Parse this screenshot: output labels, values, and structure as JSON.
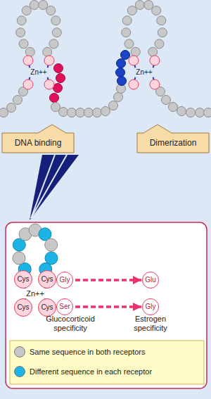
{
  "diagram": {
    "nodes": [
      {
        "text": [
          "DNA binding"
        ]
      },
      {
        "text": [
          "Dimerization"
        ]
      },
      {
        "text": [
          "Cys"
        ]
      },
      {
        "text": [
          "Cys"
        ]
      },
      {
        "text": [
          "Gly"
        ]
      },
      {
        "text": [
          "Glu"
        ]
      },
      {
        "text": [
          "Cys"
        ]
      },
      {
        "text": [
          "Cys"
        ]
      },
      {
        "text": [
          "Ser"
        ]
      },
      {
        "text": [
          "Gly"
        ]
      }
    ],
    "edges": [
      {
        "from": 4,
        "to": 5,
        "arrow": "to"
      },
      {
        "from": 8,
        "to": 9,
        "arrow": "to"
      }
    ],
    "labels": [
      "Zn++",
      "Zn++",
      "Zn++",
      "Glucocorticoid specificity",
      "Estrogen specificity"
    ],
    "legend": [
      {
        "text": "Same sequence in both receptors",
        "color": "#c8c8c8"
      },
      {
        "text": "Different sequence in each receptor",
        "color": "#1cb4e4"
      }
    ]
  }
}
